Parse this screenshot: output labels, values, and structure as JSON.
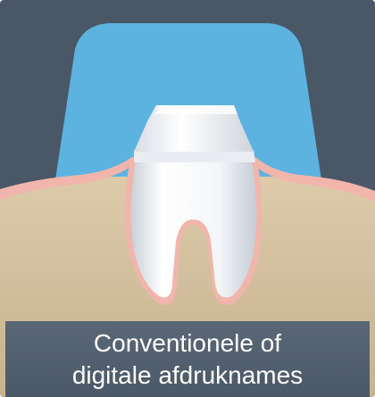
{
  "caption": {
    "line1": "Conventionele of",
    "line2": "digitale afdruknames"
  },
  "colors": {
    "background": "#4a5767",
    "impression": "#5db3e0",
    "bone": "#d6c3a4",
    "gum": "#f1b5ac",
    "tooth": "#f2f4f6",
    "caption_bar": "#566373",
    "caption_text": "#ffffff"
  },
  "icons": {
    "illustration": "tooth-abutment-impression-illustration"
  }
}
